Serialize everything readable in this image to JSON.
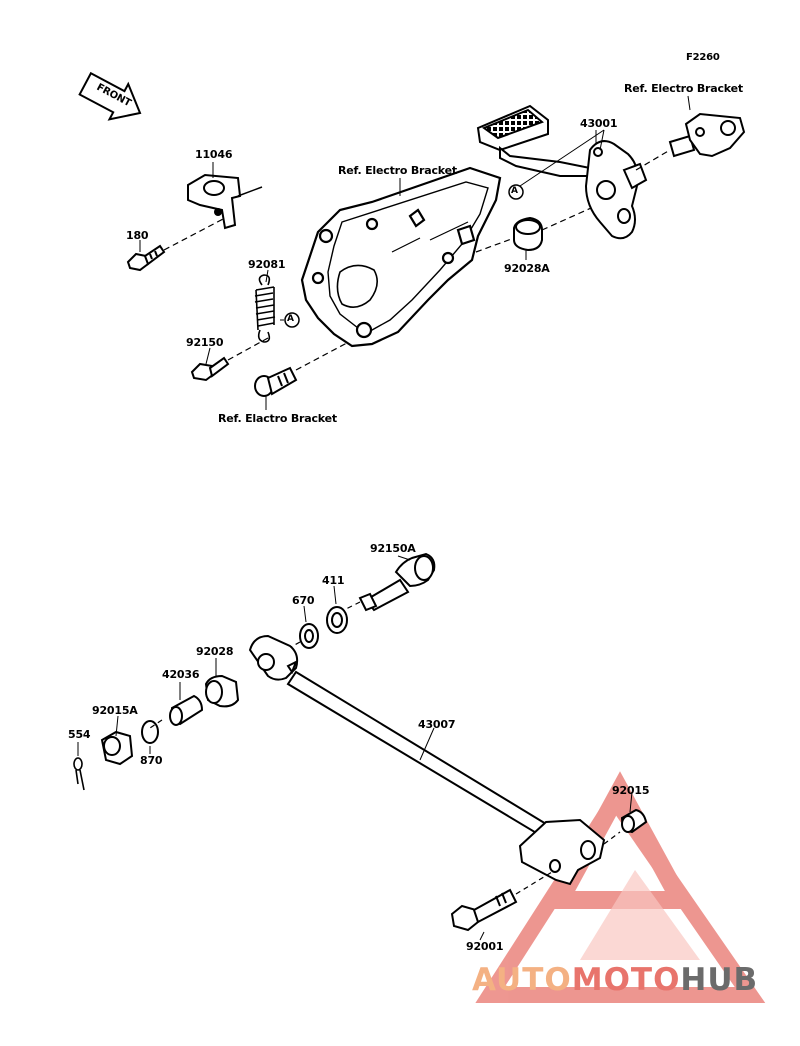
{
  "figure_code": "F2260",
  "front_label": "FRONT",
  "ref_electro_top": "Ref. Electro Bracket",
  "ref_electro_mid": "Ref. Electro Bracket",
  "ref_elactro_bottom": "Ref. Elactro Bracket",
  "marker_a": "A",
  "parts": {
    "p11046": "11046",
    "p180": "180",
    "p92081": "92081",
    "p92150": "92150",
    "p43001": "43001",
    "p92028A": "92028A",
    "p92150A": "92150A",
    "p411": "411",
    "p670": "670",
    "p92028": "92028",
    "p42036": "42036",
    "p92015A": "92015A",
    "p554": "554",
    "p870": "870",
    "p43007": "43007",
    "p92015": "92015",
    "p92001": "92001"
  },
  "watermark": {
    "part1": "AUTO",
    "part2": "MOTO",
    "part3": "HUB",
    "color1": "#f4b183",
    "color2": "#e8746c",
    "color3": "#6b6b6b",
    "triangle_color": "#e8746c"
  }
}
